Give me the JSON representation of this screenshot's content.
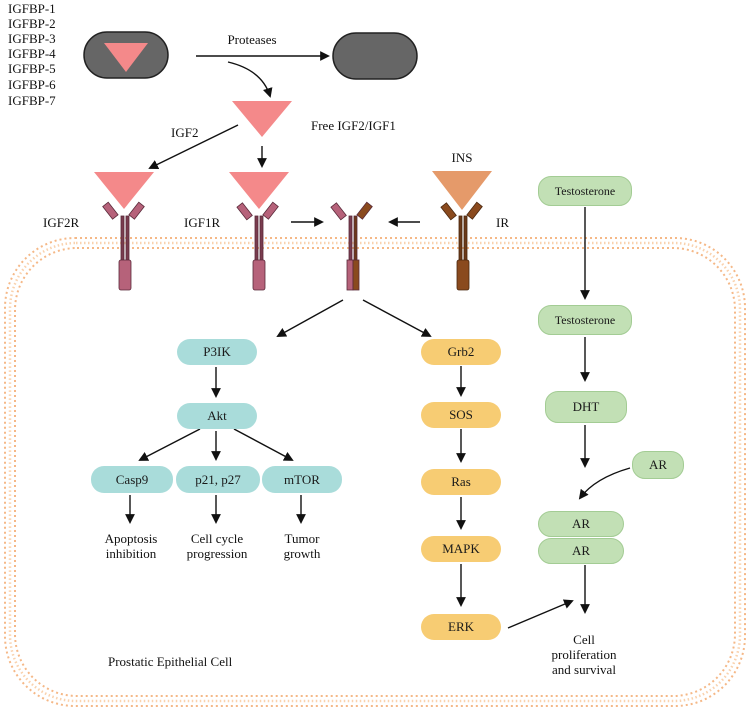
{
  "igfbp_list": [
    "IGFBP-1",
    "IGFBP-2",
    "IGFBP-3",
    "IGFBP-4",
    "IGFBP-5",
    "IGFBP-6",
    "IGFBP-7"
  ],
  "labels": {
    "proteases": "Proteases",
    "free_igf": "Free IGF2/IGF1",
    "igf2": "IGF2",
    "ins": "INS",
    "igf2r": "IGF2R",
    "igf1r": "IGF1R",
    "ir": "IR",
    "cell": "Prostatic Epithelial Cell"
  },
  "nodes": {
    "p3ik": "P3IK",
    "akt": "Akt",
    "casp9": "Casp9",
    "p21": "p21, p27",
    "mtor": "mTOR",
    "grb2": "Grb2",
    "sos": "SOS",
    "ras": "Ras",
    "mapk": "MAPK",
    "erk": "ERK",
    "testosterone_out": "Testosterone",
    "testosterone_in": "Testosterone",
    "dht": "DHT",
    "ar_free": "AR",
    "ar1": "AR",
    "ar2": "AR"
  },
  "outcomes": {
    "apoptosis": "Apoptosis\ninhibition",
    "cell_cycle": "Cell cycle\nprogression",
    "tumor": "Tumor\ngrowth",
    "proliferation": "Cell\nproliferation\nand survival"
  },
  "colors": {
    "igf_triangle": "#f4898a",
    "ins_triangle": "#e59a6a",
    "igfbp_capsule": "#666666",
    "receptor": "#b6627a",
    "receptor_ir": "#8a4a1e",
    "membrane": "#f7c89a",
    "pi3k_node": "#a9dcda",
    "mapk_node": "#f7cc73",
    "androgen_node": "#c2e0b5"
  }
}
